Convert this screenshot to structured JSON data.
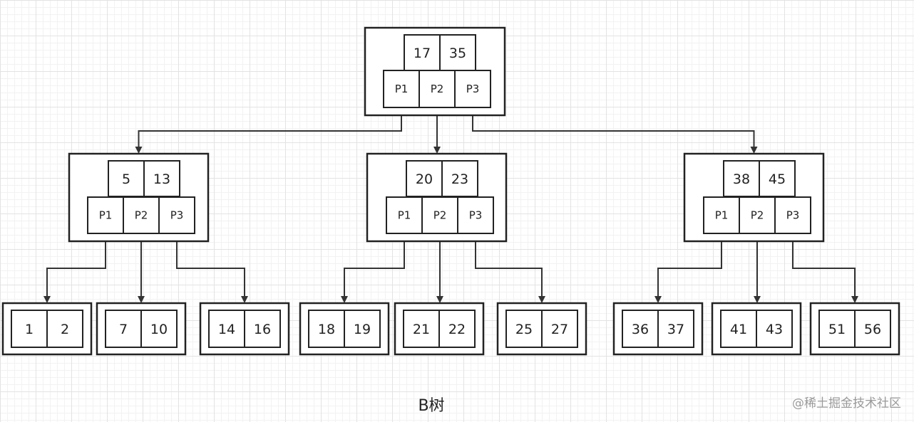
{
  "caption": "B树",
  "watermark": "@稀土掘金技术社区",
  "colors": {
    "stroke": "#222222",
    "arrow": "#333333",
    "grid": "#e3e3e3",
    "background": "#ffffff"
  },
  "tree": {
    "root": {
      "keys": [
        "17",
        "35"
      ],
      "pointers": [
        "P1",
        "P2",
        "P3"
      ]
    },
    "internal": [
      {
        "keys": [
          "5",
          "13"
        ],
        "pointers": [
          "P1",
          "P2",
          "P3"
        ]
      },
      {
        "keys": [
          "20",
          "23"
        ],
        "pointers": [
          "P1",
          "P2",
          "P3"
        ]
      },
      {
        "keys": [
          "38",
          "45"
        ],
        "pointers": [
          "P1",
          "P2",
          "P3"
        ]
      }
    ],
    "leaves": [
      {
        "keys": [
          "1",
          "2"
        ]
      },
      {
        "keys": [
          "7",
          "10"
        ]
      },
      {
        "keys": [
          "14",
          "16"
        ]
      },
      {
        "keys": [
          "18",
          "19"
        ]
      },
      {
        "keys": [
          "21",
          "22"
        ]
      },
      {
        "keys": [
          "25",
          "27"
        ]
      },
      {
        "keys": [
          "36",
          "37"
        ]
      },
      {
        "keys": [
          "41",
          "43"
        ]
      },
      {
        "keys": [
          "51",
          "56"
        ]
      }
    ]
  }
}
